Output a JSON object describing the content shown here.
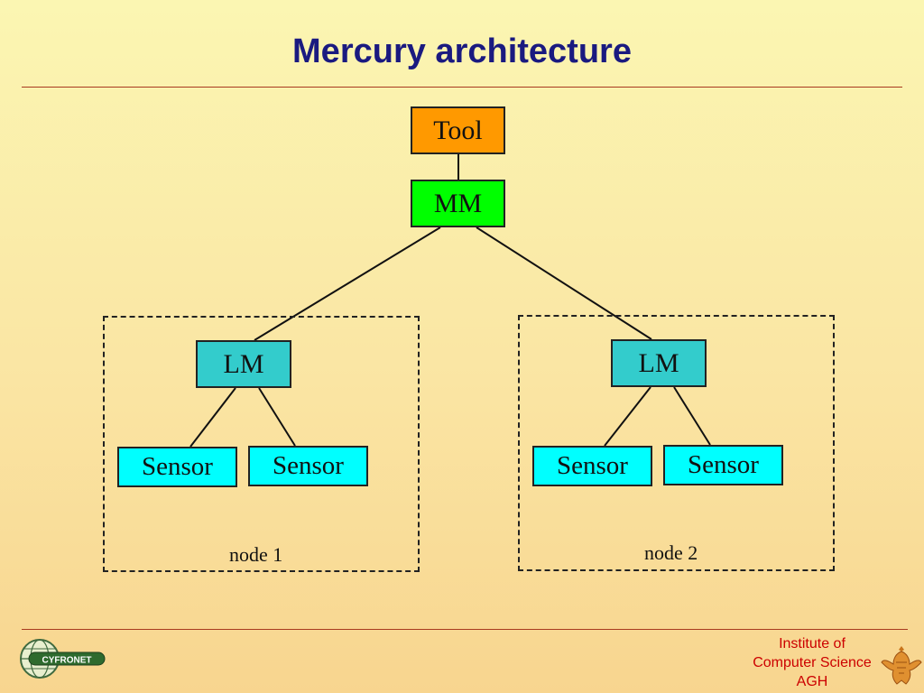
{
  "slide": {
    "title": "Mercury architecture"
  },
  "diagram": {
    "tool": "Tool",
    "mm": "MM",
    "nodes": [
      {
        "lm": "LM",
        "sensors": [
          "Sensor",
          "Sensor"
        ],
        "label": "node 1"
      },
      {
        "lm": "LM",
        "sensors": [
          "Sensor",
          "Sensor"
        ],
        "label": "node 2"
      }
    ]
  },
  "footer": {
    "logo_text": "CYFRONET",
    "institute_line1": "Institute of",
    "institute_line2": "Computer Science",
    "institute_line3": "AGH"
  },
  "colors": {
    "title": "#1a1a80",
    "tool": "#ff9900",
    "mm": "#00ff00",
    "lm": "#33cccc",
    "sensor": "#00ffff",
    "footer_text": "#cc0000"
  }
}
